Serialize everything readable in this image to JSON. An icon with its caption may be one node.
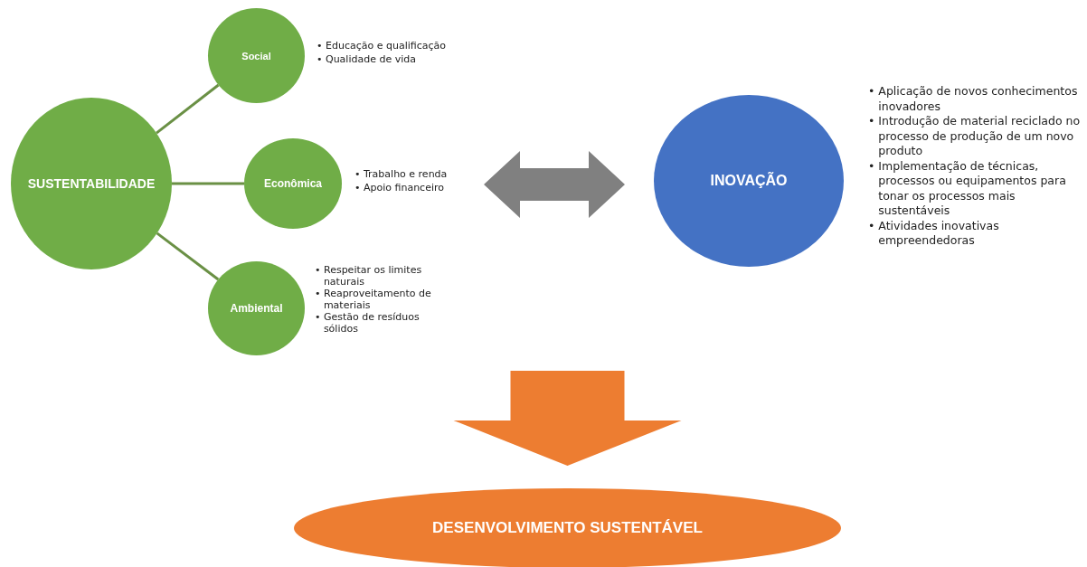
{
  "diagram": {
    "nodes": [
      {
        "text": [
          "SUSTENTABILIDADE"
        ]
      },
      {
        "text": [
          "Social"
        ],
        "beside": [
          "• Educação e qualificação",
          "• Qualidade de vida"
        ]
      },
      {
        "text": [
          "Econômica"
        ],
        "beside": [
          "• Trabalho e renda",
          "• Apoio financeiro"
        ]
      },
      {
        "text": [
          "Ambiental"
        ],
        "beside": [
          "• Respeitar os limites naturais",
          "• Reaproveitamento de materiais",
          "• Gestão de resíduos sólidos"
        ]
      },
      {
        "text": [
          "INOVAÇÃO"
        ],
        "beside": [
          "• Aplicação de novos conhecimentos inovadores",
          "• Introdução de material reciclado no processo de produção de um novo produto",
          "• Implementação de técnicas, processos ou equipamentos para tonar os processos mais sustentáveis",
          "• Atividades inovativas empreendedoras"
        ]
      },
      {
        "text": [
          "DESENVOLVIMENTO SUSTENTÁVEL"
        ]
      }
    ],
    "edges": [
      {
        "from": 0,
        "to": 1,
        "arrow": "none"
      },
      {
        "from": 0,
        "to": 2,
        "arrow": "none"
      },
      {
        "from": 0,
        "to": 3,
        "arrow": "none"
      },
      {
        "from": 2,
        "to": 4,
        "arrow": "both",
        "style": "thick",
        "color": "#808080"
      },
      {
        "from": null,
        "to": 5,
        "arrow": "to",
        "style": "thick",
        "color": "#ed7d31"
      }
    ]
  }
}
